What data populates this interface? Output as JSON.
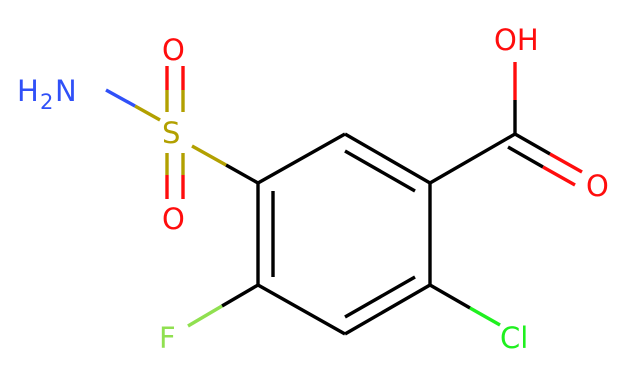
{
  "molecule": {
    "atoms": {
      "nh2_h": "H",
      "nh2_sub": "2",
      "nh2_n": "N",
      "s": "S",
      "o_top": "O",
      "o_bottom": "O",
      "f": "F",
      "cl": "Cl",
      "oh": "OH",
      "o_carbonyl": "O"
    },
    "colors": {
      "bond": "#000000",
      "nitrogen": "#3050f8",
      "oxygen": "#ff0d0d",
      "sulfur": "#b2a000",
      "fluorine": "#90e050",
      "chlorine": "#1ff01f"
    }
  }
}
